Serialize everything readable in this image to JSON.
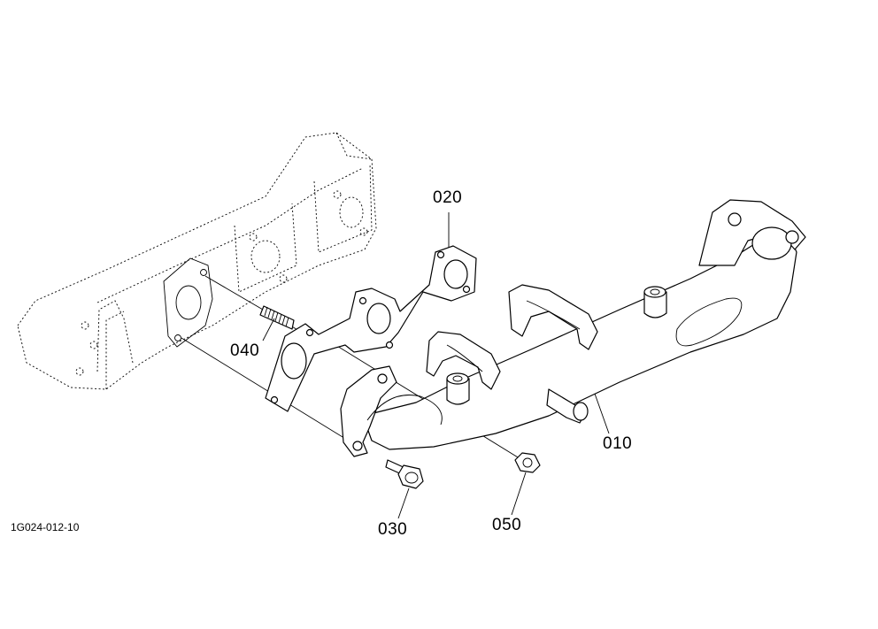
{
  "diagram": {
    "drawing_code": "1G024-012-10",
    "parts": [
      {
        "ref": "010"
      },
      {
        "ref": "020"
      },
      {
        "ref": "030"
      },
      {
        "ref": "040"
      },
      {
        "ref": "050"
      }
    ]
  }
}
